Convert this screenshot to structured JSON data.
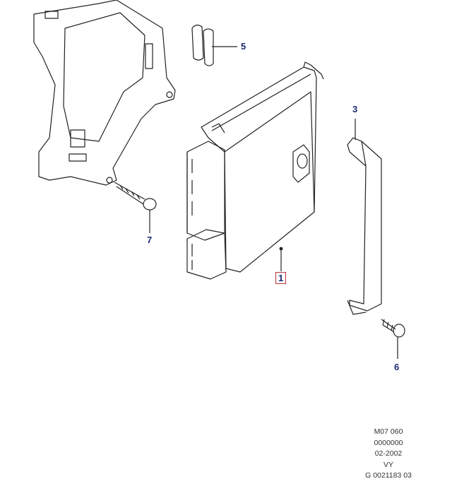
{
  "callouts": {
    "c1": "1",
    "c3": "3",
    "c5": "5",
    "c6": "6",
    "c7": "7"
  },
  "info": {
    "line1": "M07 060",
    "line2": "0000000",
    "line3": "02-2002",
    "line4": "VY",
    "line5": "G 0021183 03"
  },
  "colors": {
    "callout": "#1c2870",
    "highlight_box": "#c0303a",
    "line": "#222222"
  }
}
